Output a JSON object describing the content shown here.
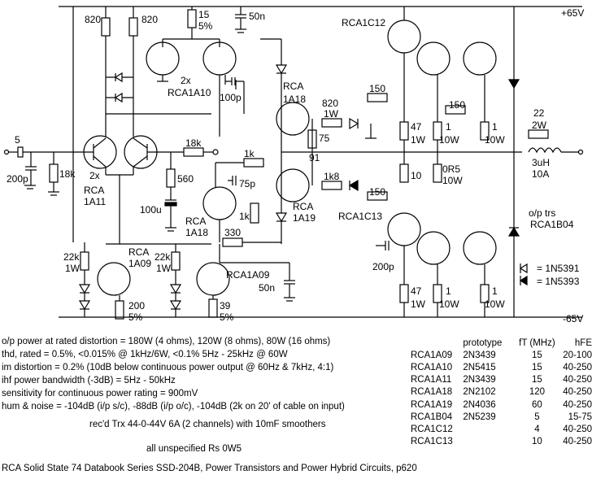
{
  "schematic": {
    "rails": {
      "positive": "+65V",
      "negative": "-65V"
    },
    "resistors": {
      "r820a": "820",
      "r820b": "820",
      "r15": "15",
      "r15_tol": "5%",
      "r150a": "150",
      "r150b": "150",
      "r150c": "150",
      "r820w": "820",
      "r820w_rating": "1W",
      "r75": "75",
      "r91": "91",
      "r1k8": "1k8",
      "r47a": "47",
      "r47a_rating": "1W",
      "r1a": "1",
      "r1a_rating": "10W",
      "r1b": "1",
      "r1b_rating": "10W",
      "r10": "10",
      "r0r5": "0R5",
      "r0r5_rating": "10W",
      "r47b": "47",
      "r47b_rating": "1W",
      "r1c": "1",
      "r1c_rating": "10W",
      "r1d": "1",
      "r1d_rating": "10W",
      "r22": "22",
      "r22_rating": "2W",
      "r5": "5",
      "r18k": "18k",
      "r18k_series": "18k",
      "r1k": "1k",
      "r560": "560",
      "r1k_pot": "1k",
      "r330": "330",
      "r22ka": "22k",
      "r22ka_rating": "1W",
      "r22kb": "22k",
      "r22kb_rating": "1W",
      "r200": "200",
      "r200_tol": "5%",
      "r39": "39",
      "r39_tol": "5%"
    },
    "capacitors": {
      "c50n_top": "50n",
      "c100p": "100p",
      "c200p": "200p",
      "c75p": "75p",
      "c100u": "100u",
      "c200p_b": "200p",
      "c50n_bot": "50n"
    },
    "inductor": {
      "value": "3uH",
      "current": "10A"
    },
    "transistors": {
      "t_rca1a10": "2x",
      "t_rca1a10_label": "RCA1A10",
      "t_rca1c12": "RCA1C12",
      "t_rca1a18_top": "RCA",
      "t_rca1a18_top_b": "1A18",
      "t_rca1a11_a": "2x",
      "t_rca1a11_b": "RCA",
      "t_rca1a11_c": "1A11",
      "t_rca1a18_mid": "RCA",
      "t_rca1a18_mid_b": "1A18",
      "t_rca1a19": "RCA",
      "t_rca1a19_b": "1A19",
      "t_rca1c13": "RCA1C13",
      "t_rca1a09_a": "RCA",
      "t_rca1a09_a_b": "1A09",
      "t_rca1a09_b": "RCA1A09"
    },
    "legend": {
      "title": "o/p trs",
      "part": "RCA1B04",
      "diode_a": "= 1N5391",
      "diode_b": "= 1N5393"
    }
  },
  "specs": [
    "o/p power at rated distortion = 180W (4 ohms), 120W (8 ohms),  80W (16 ohms)",
    "thd, rated = 0.5%, <0.015% @ 1kHz/6W, <0.1% 5Hz - 25kHz @ 60W",
    "im distortion = 0.2% (10dB below continuous power output @ 60Hz & 7kHz, 4:1)",
    "ihf power bandwidth (-3dB) = 5Hz - 50kHz",
    "sensitivity for continuous power rating = 900mV",
    "hum & noise = -104dB (i/p s/c), -88dB (i/p o/c), -104dB (2k on 20' of cable on input)"
  ],
  "notes": {
    "transformer": "rec'd Trx 44-0-44V 6A (2 channels) with 10mF smoothers",
    "resistors": "all unspecified Rs 0W5"
  },
  "transistor_table": {
    "headers": [
      "",
      "prototype",
      "fT (MHz)",
      "hFE"
    ],
    "rows": [
      [
        "RCA1A09",
        "2N3439",
        "15",
        "20-100"
      ],
      [
        "RCA1A10",
        "2N5415",
        "15",
        "40-250"
      ],
      [
        "RCA1A11",
        "2N3439",
        "15",
        "40-250"
      ],
      [
        "RCA1A18",
        "2N2102",
        "120",
        "40-250"
      ],
      [
        "RCA1A19",
        "2N4036",
        "60",
        "40-250"
      ],
      [
        "RCA1B04",
        "2N5239",
        "5",
        "15-75"
      ],
      [
        "RCA1C12",
        "",
        "4",
        "40-250"
      ],
      [
        "RCA1C13",
        "",
        "10",
        "40-250"
      ]
    ]
  },
  "footer": "RCA Solid State 74 Databook Series SSD-204B, Power Transistors and Power Hybrid Circuits, p620"
}
